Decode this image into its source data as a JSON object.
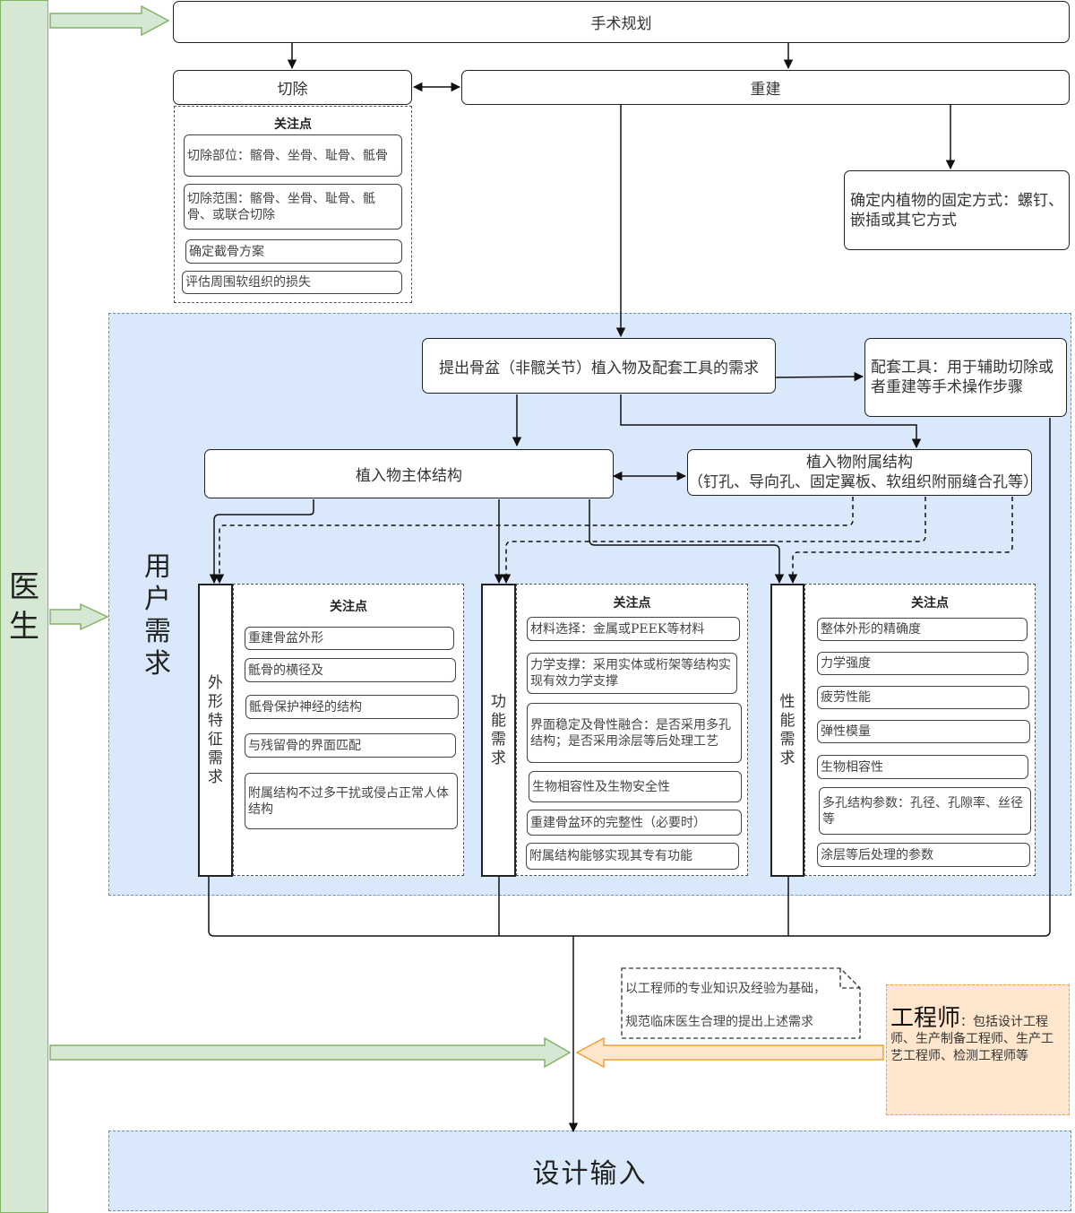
{
  "doctor_label": "医\n生",
  "surgery_planning": "手术规划",
  "resection": "切除",
  "reconstruction": "重建",
  "resection_focus": {
    "title": "关注点",
    "items": [
      "切除部位：髂骨、坐骨、耻骨、骶骨",
      "切除范围：髂骨、坐骨、耻骨、骶骨、或联合切除",
      "确定截骨方案",
      "评估周围软组织的损失"
    ]
  },
  "fixation": "确定内植物的固定方式：螺钉、嵌插或其它方式",
  "user_needs_label": "用\n户\n需\n求",
  "propose_needs": "提出骨盆（非髋关节）植入物及配套工具的需求",
  "tools": "配套工具：用于辅助切除或者重建等手术操作步骤",
  "main_structure": "植入物主体结构",
  "accessory_structure": {
    "line1": "植入物附属结构",
    "line2": "（钉孔、导向孔、固定翼板、软组织附丽缝合孔等）"
  },
  "shape_needs": {
    "label": "外形特征需求",
    "title": "关注点",
    "items": [
      "重建骨盆外形",
      "骶骨的横径及",
      "骶骨保护神经的结构",
      "与残留骨的界面匹配",
      "附属结构不过多干扰或侵占正常人体结构"
    ]
  },
  "function_needs": {
    "label": "功能需求",
    "title": "关注点",
    "items": [
      "材料选择：金属或PEEK等材料",
      "力学支撑：采用实体或桁架等结构实现有效力学支撑",
      "界面稳定及骨性融合：是否采用多孔结构；是否采用涂层等后处理工艺",
      "生物相容性及生物安全性",
      "重建骨盆环的完整性（必要时）",
      "附属结构能够实现其专有功能"
    ]
  },
  "performance_needs": {
    "label": "性能需求",
    "title": "关注点",
    "items": [
      "整体外形的精确度",
      "力学强度",
      "疲劳性能",
      "弹性模量",
      "生物相容性",
      "多孔结构参数：孔径、孔隙率、丝径等",
      "涂层等后处理的参数"
    ]
  },
  "engineer_note": {
    "line1": "以工程师的专业知识及经验为基础，",
    "line2": "规范临床医生合理的提出上述需求"
  },
  "engineer": {
    "title": "工程师",
    "desc": "：包括设计工程师、生产制备工程师、生产工艺工程师、检测工程师等"
  },
  "design_input": "设计输入",
  "colors": {
    "doctor_green": "#d5e8d4",
    "doctor_border": "#82b366",
    "user_blue": "#dae8fc",
    "user_border": "#6c8ebf",
    "engineer_orange": "#ffe6cc",
    "engineer_border": "#f0a030"
  }
}
